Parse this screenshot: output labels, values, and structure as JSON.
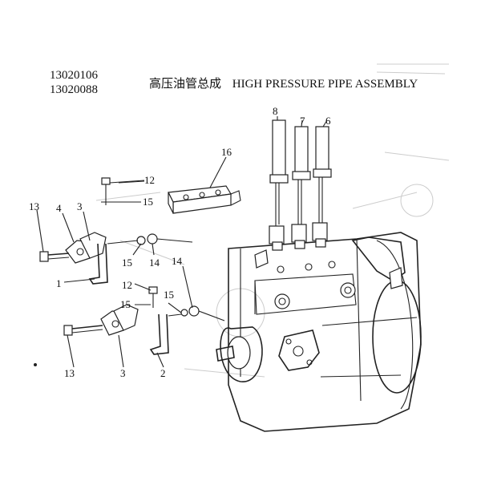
{
  "header": {
    "part_numbers": [
      "13020106",
      "13020088"
    ],
    "title_cn": "高压油管总成",
    "title_en": "HIGH PRESSURE PIPE  ASSEMBLY"
  },
  "callouts": [
    {
      "id": "c8",
      "label": "8"
    },
    {
      "id": "c7",
      "label": "7"
    },
    {
      "id": "c6",
      "label": "6"
    },
    {
      "id": "c16",
      "label": "16"
    },
    {
      "id": "c12a",
      "label": "12"
    },
    {
      "id": "c15a",
      "label": "15"
    },
    {
      "id": "c13a",
      "label": "13"
    },
    {
      "id": "c4",
      "label": "4"
    },
    {
      "id": "c3a",
      "label": "3"
    },
    {
      "id": "c15b",
      "label": "15"
    },
    {
      "id": "c14a",
      "label": "14"
    },
    {
      "id": "c1",
      "label": "1"
    },
    {
      "id": "c14b",
      "label": "14"
    },
    {
      "id": "c12b",
      "label": "12"
    },
    {
      "id": "c15c",
      "label": "15"
    },
    {
      "id": "c15d",
      "label": "15"
    },
    {
      "id": "c13b",
      "label": "13"
    },
    {
      "id": "c3b",
      "label": "3"
    },
    {
      "id": "c2",
      "label": "2"
    }
  ]
}
